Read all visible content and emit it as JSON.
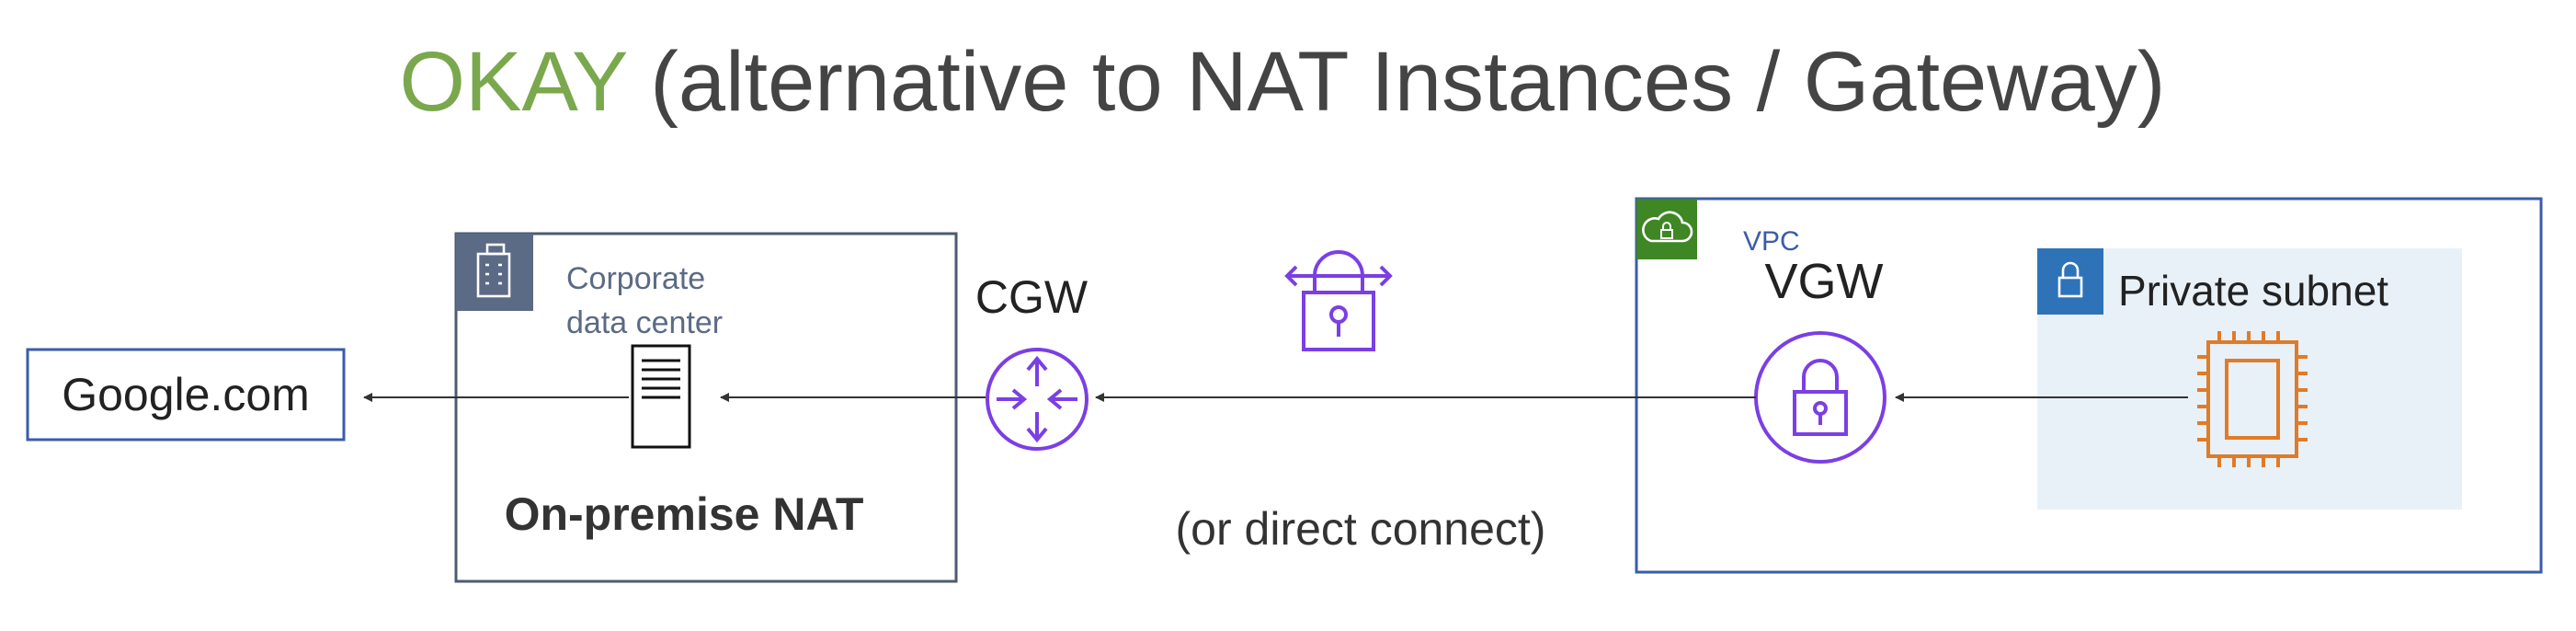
{
  "title": {
    "highlight": "OKAY",
    "rest": " (alternative to NAT Instances / Gateway)",
    "highlight_color": "#7aa84d",
    "rest_color": "#444444"
  },
  "google": {
    "label": "Google.com",
    "border_color": "#3b5bab"
  },
  "corporate": {
    "label_line1": "Corporate",
    "label_line2": "data center",
    "server_label": "On-premise NAT",
    "icon": "office-building-icon",
    "header_color": "#5b6a85",
    "border_color": "#4d5a73"
  },
  "cgw": {
    "label": "CGW",
    "icon": "router-icon",
    "color": "#7b3fe4"
  },
  "vpn": {
    "icon": "vpn-lock-icon",
    "note": "(or direct connect)",
    "color": "#7b3fe4"
  },
  "vpc": {
    "label": "VPC",
    "icon": "vpc-cloud-lock-icon",
    "badge_color": "#3f8624",
    "border_color": "#3b5bab"
  },
  "vgw": {
    "label": "VGW",
    "icon": "vpn-gateway-icon",
    "color": "#7b3fe4"
  },
  "private_subnet": {
    "label": "Private subnet",
    "icon": "padlock-icon",
    "bg_color": "#e9f1f8",
    "badge_color": "#2e73b8"
  },
  "instance": {
    "icon": "ec2-instance-chip-icon",
    "color": "#e07b29"
  }
}
